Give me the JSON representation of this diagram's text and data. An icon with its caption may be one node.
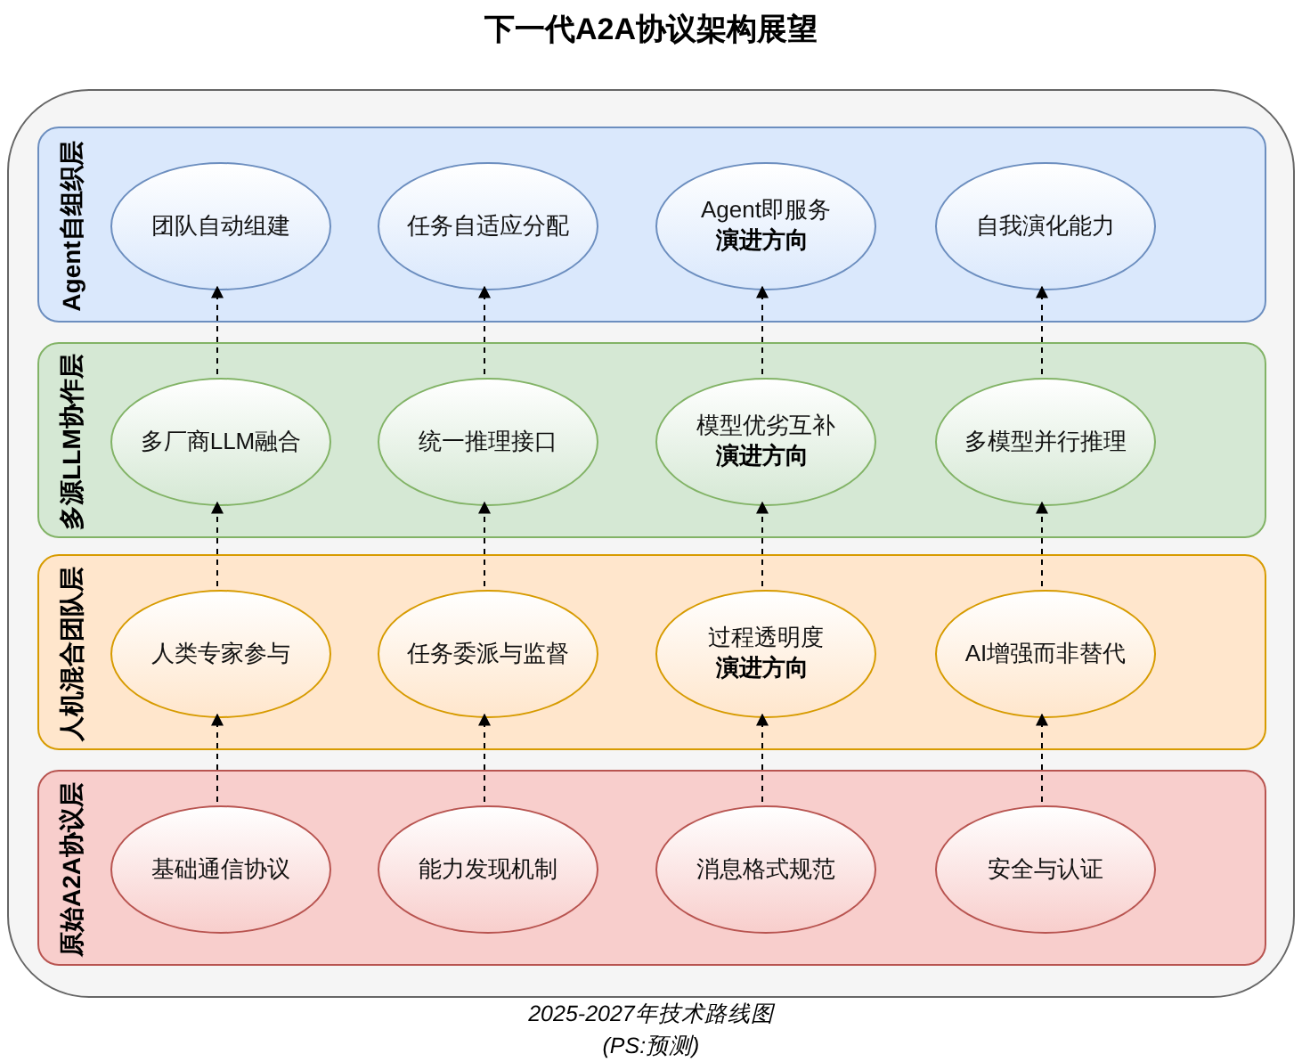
{
  "diagram": {
    "title": "下一代A2A协议架构展望",
    "caption": "2025-2027年技术路线图 (PS:预测)",
    "nodes": [
      {
        "text": [],
        "shape": "box"
      },
      {
        "text": [
          "Agent自组织层"
        ],
        "in": 0
      },
      {
        "text": [
          "团队自动组建"
        ],
        "in": 1
      },
      {
        "text": [
          "任务自适应分配"
        ],
        "in": 1
      },
      {
        "text": [
          "Agent即服务"
        ],
        "in": 1
      },
      {
        "text": [
          "自我演化能力"
        ],
        "in": 1
      },
      {
        "text": [
          "多源LLM协作层"
        ],
        "in": 0
      },
      {
        "text": [
          "多厂商LLM融合"
        ],
        "in": 6
      },
      {
        "text": [
          "统一推理接口"
        ],
        "in": 6
      },
      {
        "text": [
          "模型优劣互补"
        ],
        "in": 6
      },
      {
        "text": [
          "多模型并行推理"
        ],
        "in": 6
      },
      {
        "text": [
          "人机混合团队层"
        ],
        "in": 0
      },
      {
        "text": [
          "人类专家参与"
        ],
        "in": 11
      },
      {
        "text": [
          "任务委派与监督"
        ],
        "in": 11
      },
      {
        "text": [
          "过程透明度"
        ],
        "in": 11
      },
      {
        "text": [
          "AI增强而非替代"
        ],
        "in": 11
      },
      {
        "text": [
          "原始A2A协议层"
        ],
        "in": 0
      },
      {
        "text": [
          "基础通信协议"
        ],
        "in": 16
      },
      {
        "text": [
          "能力发现机制"
        ],
        "in": 16
      },
      {
        "text": [
          "消息格式规范"
        ],
        "in": 16
      },
      {
        "text": [
          "安全与认证"
        ],
        "in": 16
      }
    ],
    "edges": [
      {
        "from": 7,
        "to": 2,
        "arrow": "to",
        "style": "dashed"
      },
      {
        "from": 8,
        "to": 3,
        "arrow": "to",
        "style": "dashed"
      },
      {
        "from": 9,
        "to": 4,
        "arrow": "to",
        "style": "dashed",
        "label": "演进方向"
      },
      {
        "from": 10,
        "to": 5,
        "arrow": "to",
        "style": "dashed"
      },
      {
        "from": 12,
        "to": 7,
        "arrow": "to",
        "style": "dashed"
      },
      {
        "from": 13,
        "to": 8,
        "arrow": "to",
        "style": "dashed"
      },
      {
        "from": 14,
        "to": 9,
        "arrow": "to",
        "style": "dashed",
        "label": "演进方向"
      },
      {
        "from": 15,
        "to": 10,
        "arrow": "to",
        "style": "dashed"
      },
      {
        "from": 17,
        "to": 12,
        "arrow": "to",
        "style": "dashed"
      },
      {
        "from": 18,
        "to": 13,
        "arrow": "to",
        "style": "dashed"
      },
      {
        "from": 19,
        "to": 14,
        "arrow": "to",
        "style": "dashed",
        "label": "演进方向"
      },
      {
        "from": 20,
        "to": 15,
        "arrow": "to",
        "style": "dashed"
      }
    ]
  }
}
